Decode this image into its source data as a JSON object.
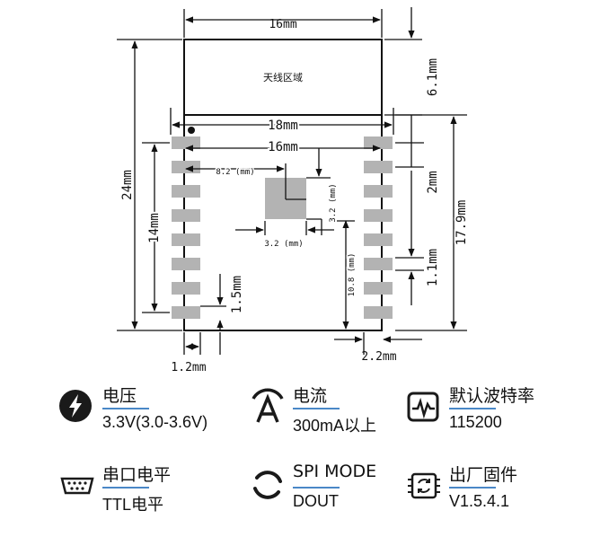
{
  "diagram": {
    "antenna_label": "天线区域",
    "dim_top_width": "16mm",
    "dim_antenna_height": "6.1mm",
    "dim_body_width": "18mm",
    "dim_inner_width": "16mm",
    "dim_total_height": "24mm",
    "dim_pad_span": "14mm",
    "dim_pad_pitch": "2mm",
    "dim_body_height": "17.9mm",
    "dim_pad_height": "1.1mm",
    "dim_pad_offset": "1.5mm",
    "dim_pad_width": "1.2mm",
    "dim_pad_inset": "2.2mm",
    "dim_center_x": "8.2 (mm)",
    "dim_gnd_width": "3.2 (mm)",
    "dim_gnd_height": "3.2 (mm)",
    "dim_center_y": "10.8 (mm)"
  },
  "specs": [
    {
      "label": "电压",
      "value": "3.3V(3.0-3.6V)",
      "icon": "lightning-icon"
    },
    {
      "label": "电流",
      "value": "300mA以上",
      "icon": "ampere-icon"
    },
    {
      "label": "默认波特率",
      "value": "115200",
      "icon": "waveform-icon"
    },
    {
      "label": "串口电平",
      "value": "TTL电平",
      "icon": "serial-port-icon"
    },
    {
      "label": "SPI MODE",
      "value": "DOUT",
      "icon": "spi-mode-icon"
    },
    {
      "label": "出厂固件",
      "value": "V1.5.4.1",
      "icon": "firmware-chip-icon"
    }
  ],
  "colors": {
    "accent_rule": "#4a88c7",
    "pad": "#b3b3b3",
    "ink": "#111111"
  }
}
